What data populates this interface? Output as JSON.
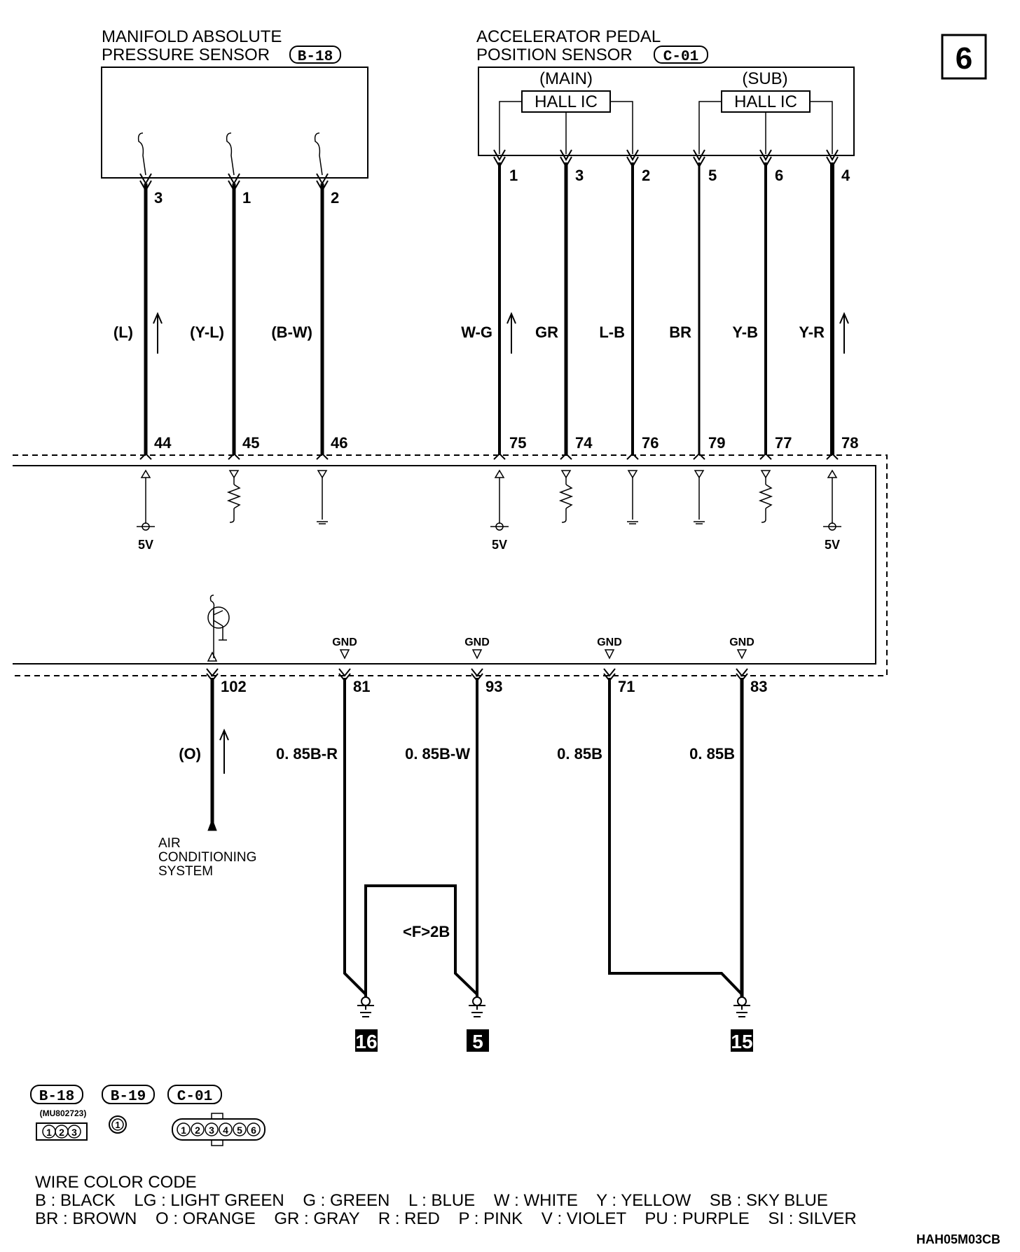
{
  "page_number": "6",
  "diagram_code": "HAH05M03CB",
  "map_sensor": {
    "title_line1": "MANIFOLD ABSOLUTE",
    "title_line2": "PRESSURE SENSOR",
    "connector": "B-18",
    "pins": [
      "3",
      "1",
      "2"
    ],
    "wire_colors": [
      "(L)",
      "(Y-L)",
      "(B-W)"
    ],
    "ecu_terminals": [
      "44",
      "45",
      "46"
    ]
  },
  "app_sensor": {
    "title_line1": "ACCELERATOR PEDAL",
    "title_line2": "POSITION SENSOR",
    "connector": "C-01",
    "main_label": "(MAIN)",
    "sub_label": "(SUB)",
    "main_ic": "HALL IC",
    "sub_ic": "HALL IC",
    "pins": [
      "1",
      "3",
      "2",
      "5",
      "6",
      "4"
    ],
    "wire_colors": [
      "W-G",
      "GR",
      "L-B",
      "BR",
      "Y-B",
      "Y-R"
    ],
    "ecu_terminals": [
      "75",
      "74",
      "76",
      "79",
      "77",
      "78"
    ]
  },
  "supply_labels": [
    "5V",
    "5V",
    "5V"
  ],
  "gnd_label": "GND",
  "gnd_labels": [
    "GND",
    "GND",
    "GND",
    "GND"
  ],
  "ac_output": {
    "terminal": "102",
    "wire_color": "(O)",
    "dest_line1": "AIR",
    "dest_line2": "CONDITIONING",
    "dest_line3": "SYSTEM"
  },
  "ground_wires": {
    "terminals": [
      "81",
      "93",
      "71",
      "83"
    ],
    "wire_colors": [
      "0. 85B-R",
      "0. 85B-W",
      "0. 85B",
      "0. 85B"
    ],
    "junction_label": "<F>2B",
    "ground_points": [
      "16",
      "5",
      "15"
    ]
  },
  "connectors": {
    "b18": "B-18",
    "b18_part": "(MU802723)",
    "b18_pins": [
      "1",
      "2",
      "3"
    ],
    "b19": "B-19",
    "b19_pins": [
      "1"
    ],
    "c01": "C-01",
    "c01_pins": [
      "1",
      "2",
      "3",
      "4",
      "5",
      "6"
    ]
  },
  "wire_color_code": {
    "title": "WIRE COLOR CODE",
    "row1": "B : BLACK    LG : LIGHT GREEN    G : GREEN    L : BLUE    W : WHITE    Y : YELLOW    SB : SKY BLUE",
    "row2": "BR : BROWN    O : ORANGE    GR : GRAY    R : RED    P : PINK    V : VIOLET    PU : PURPLE    SI : SILVER"
  }
}
